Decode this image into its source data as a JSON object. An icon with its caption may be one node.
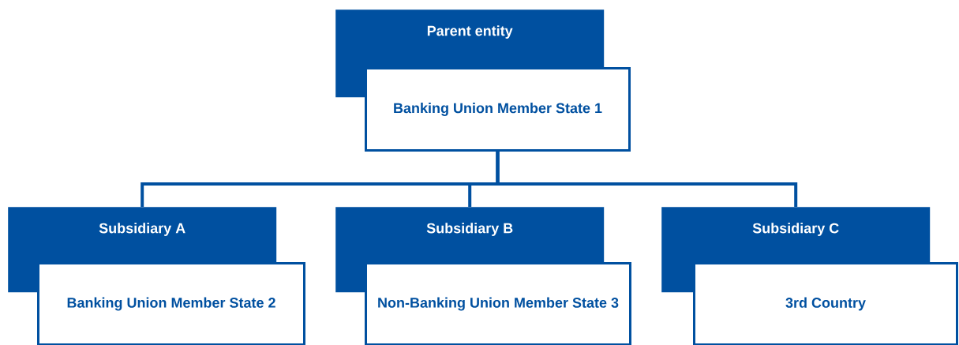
{
  "diagram": {
    "nodes": [
      {
        "text": [
          "Parent entity"
        ]
      },
      {
        "text": [
          "Banking Union Member State 1"
        ]
      },
      {
        "text": [
          "Subsidiary A"
        ]
      },
      {
        "text": [
          "Banking Union Member State 2"
        ]
      },
      {
        "text": [
          "Subsidiary B"
        ]
      },
      {
        "text": [
          "Non-Banking Union Member State 3"
        ]
      },
      {
        "text": [
          "Subsidiary C"
        ]
      },
      {
        "text": [
          "3rd Country"
        ]
      }
    ],
    "edges": [
      {
        "from": 1,
        "to": 2,
        "arrow": "none"
      },
      {
        "from": 1,
        "to": 4,
        "arrow": "none"
      },
      {
        "from": 1,
        "to": 6,
        "arrow": "none"
      }
    ]
  }
}
